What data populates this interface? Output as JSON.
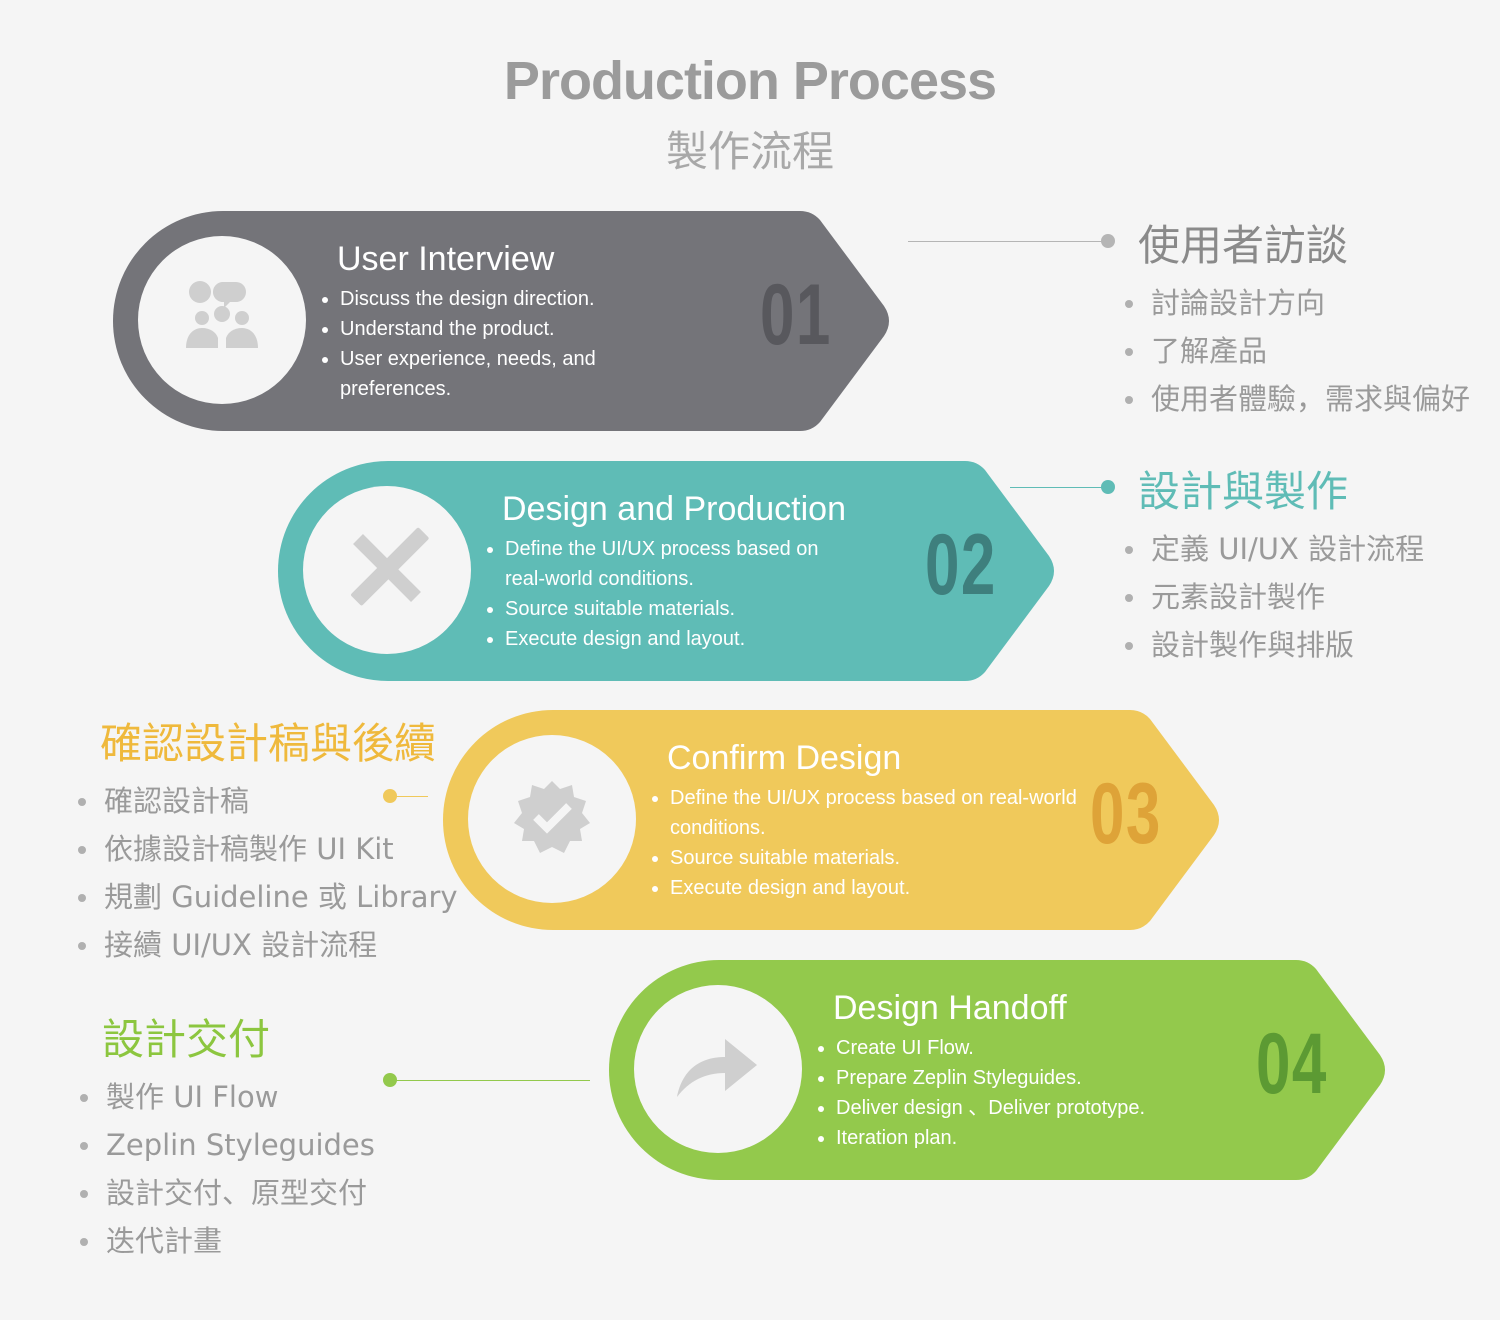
{
  "header": {
    "title": "Production Process",
    "subtitle": "製作流程"
  },
  "steps": [
    {
      "number": "01",
      "title": "User Interview",
      "icon": "users-chat-icon",
      "color": "#747479",
      "number_color": "#58585d",
      "bullets": [
        "Discuss the design direction.",
        "Understand the product.",
        "User experience, needs, and preferences."
      ],
      "note_title": "使用者訪談",
      "note_title_color": "#8a8a8a",
      "note_items": [
        "討論設計方向",
        "了解產品",
        "使用者體驗，需求與偏好"
      ]
    },
    {
      "number": "02",
      "title": "Design and Production",
      "icon": "pencil-ruler-icon",
      "color": "#5fbcb6",
      "number_color": "#3e7f7d",
      "bullets": [
        "Define the UI/UX process based on real-world conditions.",
        "Source suitable materials.",
        "Execute design and layout."
      ],
      "note_title": "設計與製作",
      "note_title_color": "#5fbcb6",
      "note_items": [
        "定義 UI/UX 設計流程",
        "元素設計製作",
        "設計製作與排版"
      ]
    },
    {
      "number": "03",
      "title": "Confirm Design",
      "icon": "check-badge-icon",
      "color": "#f0c95b",
      "number_color": "#dea338",
      "bullets": [
        "Define the UI/UX process based on real-world conditions.",
        "Source suitable materials.",
        "Execute design and layout."
      ],
      "note_title": "確認設計稿與後續",
      "note_title_color": "#efb93c",
      "note_items": [
        "確認設計稿",
        "依據設計稿製作 UI Kit",
        "規劃 Guideline 或 Library",
        "接續 UI/UX 設計流程"
      ]
    },
    {
      "number": "04",
      "title": "Design Handoff",
      "icon": "share-arrow-icon",
      "color": "#93c94c",
      "number_color": "#5c9a33",
      "bullets": [
        "Create UI Flow.",
        "Prepare Zeplin Styleguides.",
        "Deliver design 、Deliver prototype.",
        "Iteration plan."
      ],
      "note_title": "設計交付",
      "note_title_color": "#8cc63f",
      "note_items": [
        "製作 UI Flow",
        "Zeplin Styleguides",
        "設計交付、原型交付",
        "迭代計畫"
      ]
    }
  ]
}
